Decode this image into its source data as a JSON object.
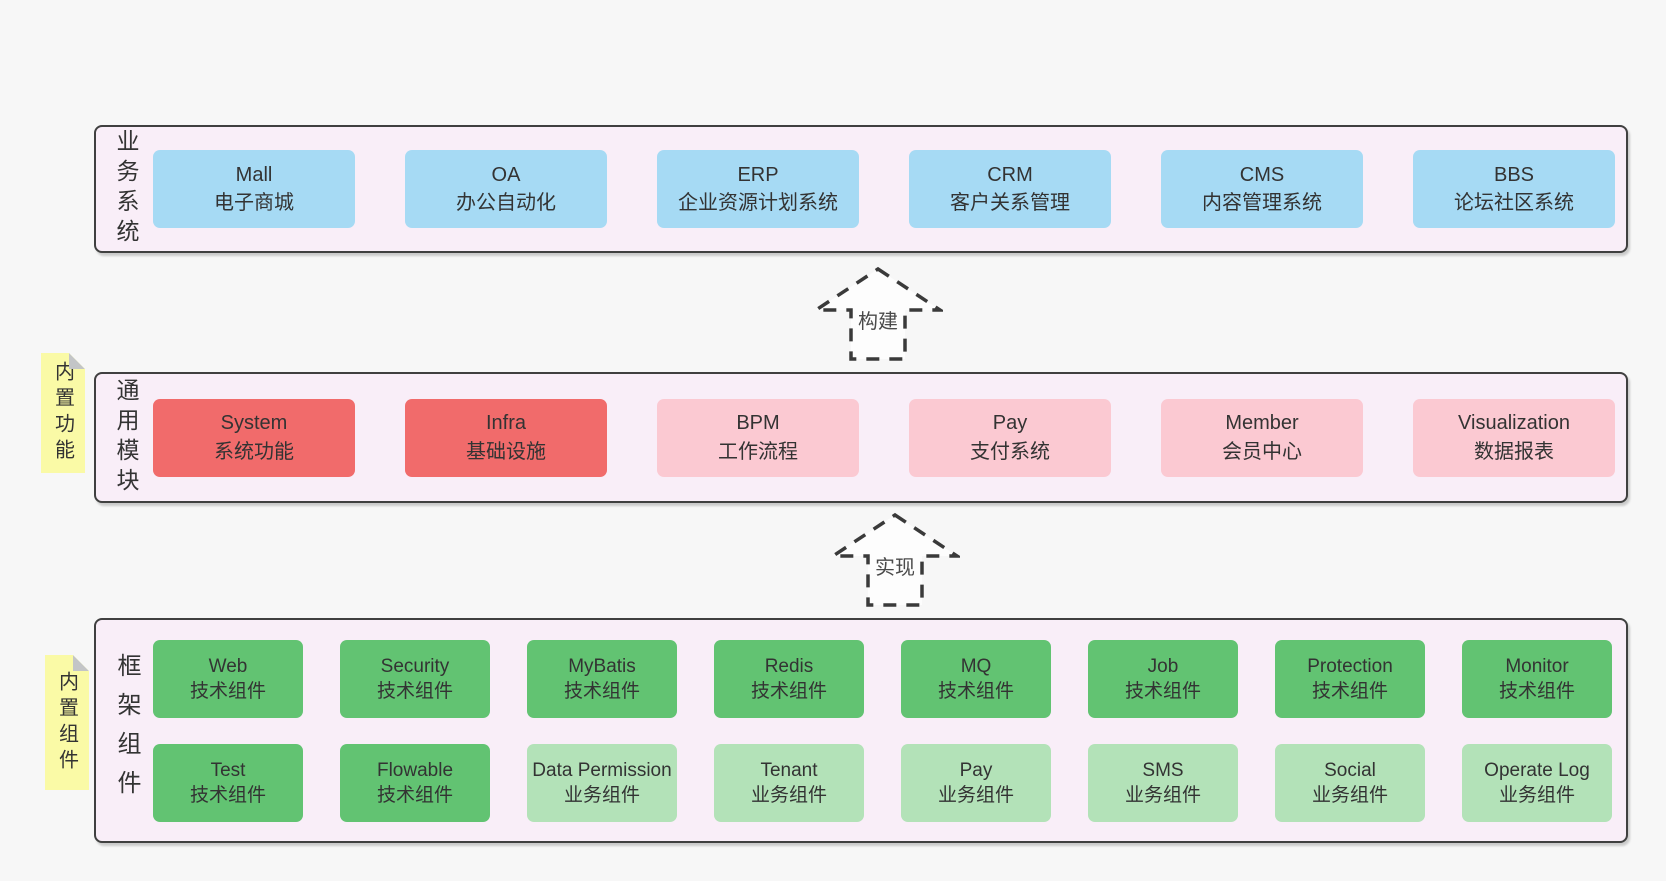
{
  "colors": {
    "page-bg": "#f7f7f7",
    "panel-bg": "#f9eef8",
    "panel-border": "#404040",
    "box-blue": "#a6daf4",
    "box-red": "#f16b6b",
    "box-pink": "#fbc9d2",
    "box-green": "#62c372",
    "box-green-light": "#b3e2b8",
    "sticky-yellow": "#fafaa6",
    "sticky-fold": "#c3c5c7",
    "text": "#333333",
    "arrow-stroke": "#3a3a3a"
  },
  "arrows": [
    {
      "label": "构建"
    },
    {
      "label": "实现"
    }
  ],
  "layers": [
    {
      "side_label": "业务系统",
      "boxes": [
        {
          "name": "Mall",
          "desc": "电子商城"
        },
        {
          "name": "OA",
          "desc": "办公自动化"
        },
        {
          "name": "ERP",
          "desc": "企业资源计划系统"
        },
        {
          "name": "CRM",
          "desc": "客户关系管理"
        },
        {
          "name": "CMS",
          "desc": "内容管理系统"
        },
        {
          "name": "BBS",
          "desc": "论坛社区系统"
        }
      ]
    },
    {
      "side_label": "通用模块",
      "sticky": "内置功能",
      "boxes": [
        {
          "name": "System",
          "desc": "系统功能"
        },
        {
          "name": "Infra",
          "desc": "基础设施"
        },
        {
          "name": "BPM",
          "desc": "工作流程"
        },
        {
          "name": "Pay",
          "desc": "支付系统"
        },
        {
          "name": "Member",
          "desc": "会员中心"
        },
        {
          "name": "Visualization",
          "desc": "数据报表"
        }
      ]
    },
    {
      "side_label": "框架组件",
      "sticky": "内置组件",
      "rows": [
        [
          {
            "name": "Web",
            "desc": "技术组件"
          },
          {
            "name": "Security",
            "desc": "技术组件"
          },
          {
            "name": "MyBatis",
            "desc": "技术组件"
          },
          {
            "name": "Redis",
            "desc": "技术组件"
          },
          {
            "name": "MQ",
            "desc": "技术组件"
          },
          {
            "name": "Job",
            "desc": "技术组件"
          },
          {
            "name": "Protection",
            "desc": "技术组件"
          },
          {
            "name": "Monitor",
            "desc": "技术组件"
          }
        ],
        [
          {
            "name": "Test",
            "desc": "技术组件"
          },
          {
            "name": "Flowable",
            "desc": "技术组件"
          },
          {
            "name": "Data Permission",
            "desc": "业务组件"
          },
          {
            "name": "Tenant",
            "desc": "业务组件"
          },
          {
            "name": "Pay",
            "desc": "业务组件"
          },
          {
            "name": "SMS",
            "desc": "业务组件"
          },
          {
            "name": "Social",
            "desc": "业务组件"
          },
          {
            "name": "Operate Log",
            "desc": "业务组件"
          }
        ]
      ]
    }
  ]
}
